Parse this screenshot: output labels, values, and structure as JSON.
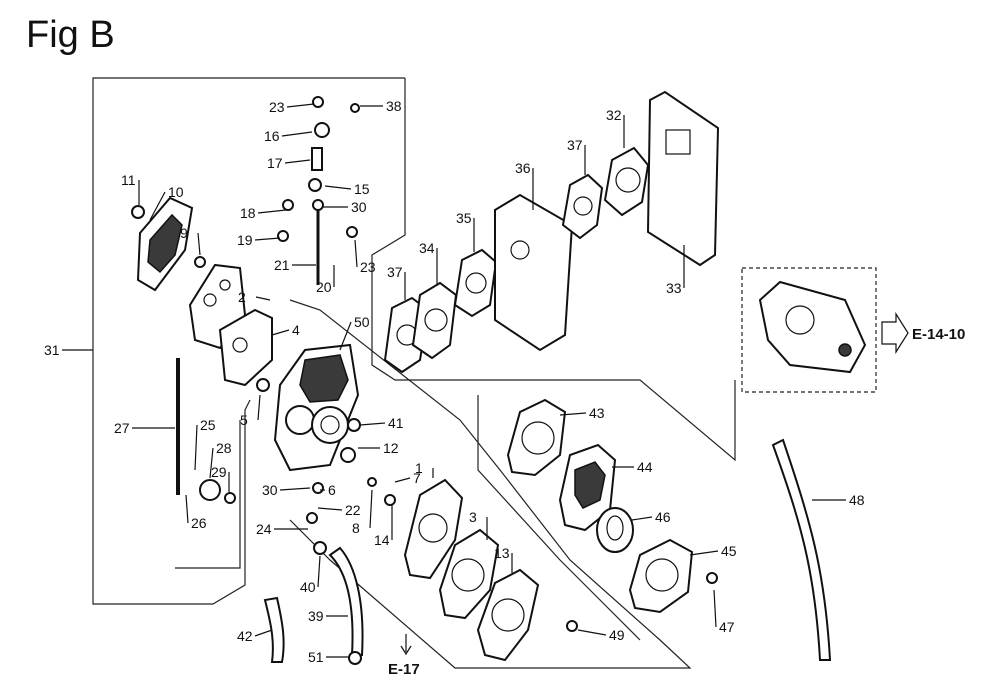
{
  "title": "Fig B",
  "callouts": [
    "1",
    "2",
    "3",
    "4",
    "5",
    "6",
    "7",
    "8",
    "9",
    "10",
    "11",
    "12",
    "13",
    "14",
    "15",
    "16",
    "17",
    "18",
    "19",
    "20",
    "21",
    "22",
    "23",
    "24",
    "25",
    "26",
    "27",
    "28",
    "29",
    "30",
    "31",
    "32",
    "33",
    "34",
    "35",
    "36",
    "37",
    "38",
    "39",
    "40",
    "41",
    "42",
    "43",
    "44",
    "45",
    "46",
    "47",
    "48",
    "49",
    "50",
    "51"
  ],
  "references": {
    "right": "E-14-10",
    "bottom": "E-17"
  }
}
